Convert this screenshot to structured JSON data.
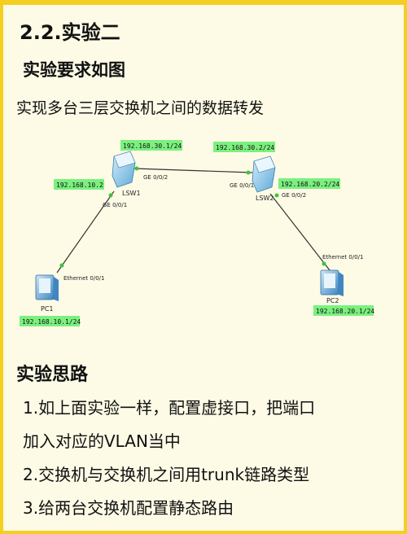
{
  "section_title": "2.2.实验二",
  "requirement_title": "实验要求如图",
  "requirement_desc": "实现多台三层交换机之间的数据转发",
  "topology": {
    "lsw1": {
      "name": "LSW1",
      "ip_upper": "192.168.30.1/24",
      "ip_left": "192.168.10.2",
      "port_right": "GE 0/0/2",
      "port_down": "GE 0/0/1"
    },
    "lsw2": {
      "name": "LSW2",
      "ip_upper": "192.168.30.2/24",
      "ip_right": "192.168.20.2/24",
      "port_left": "GE 0/0/1",
      "port_down": "GE 0/0/2"
    },
    "pc1": {
      "name": "PC1",
      "ip": "192.168.10.1/24",
      "port": "Ethernet 0/0/1"
    },
    "pc2": {
      "name": "PC2",
      "ip": "192.168.20.1/24",
      "port": "Ethernet 0/0/1"
    },
    "colors": {
      "label_bg": "#7bf07f",
      "switch": "#5fa9d8",
      "pc": "#4a90c8",
      "link": "#333333",
      "port_dot": "#3cc43c"
    }
  },
  "thinking_title": "实验思路",
  "steps": {
    "s1_line1": "1.如上面实验一样，配置虚接口，把端口",
    "s1_line2": "加入对应的VLAN当中",
    "s2": "2.交换机与交换机之间用trunk链路类型",
    "s3": "3.给两台交换机配置静态路由"
  }
}
